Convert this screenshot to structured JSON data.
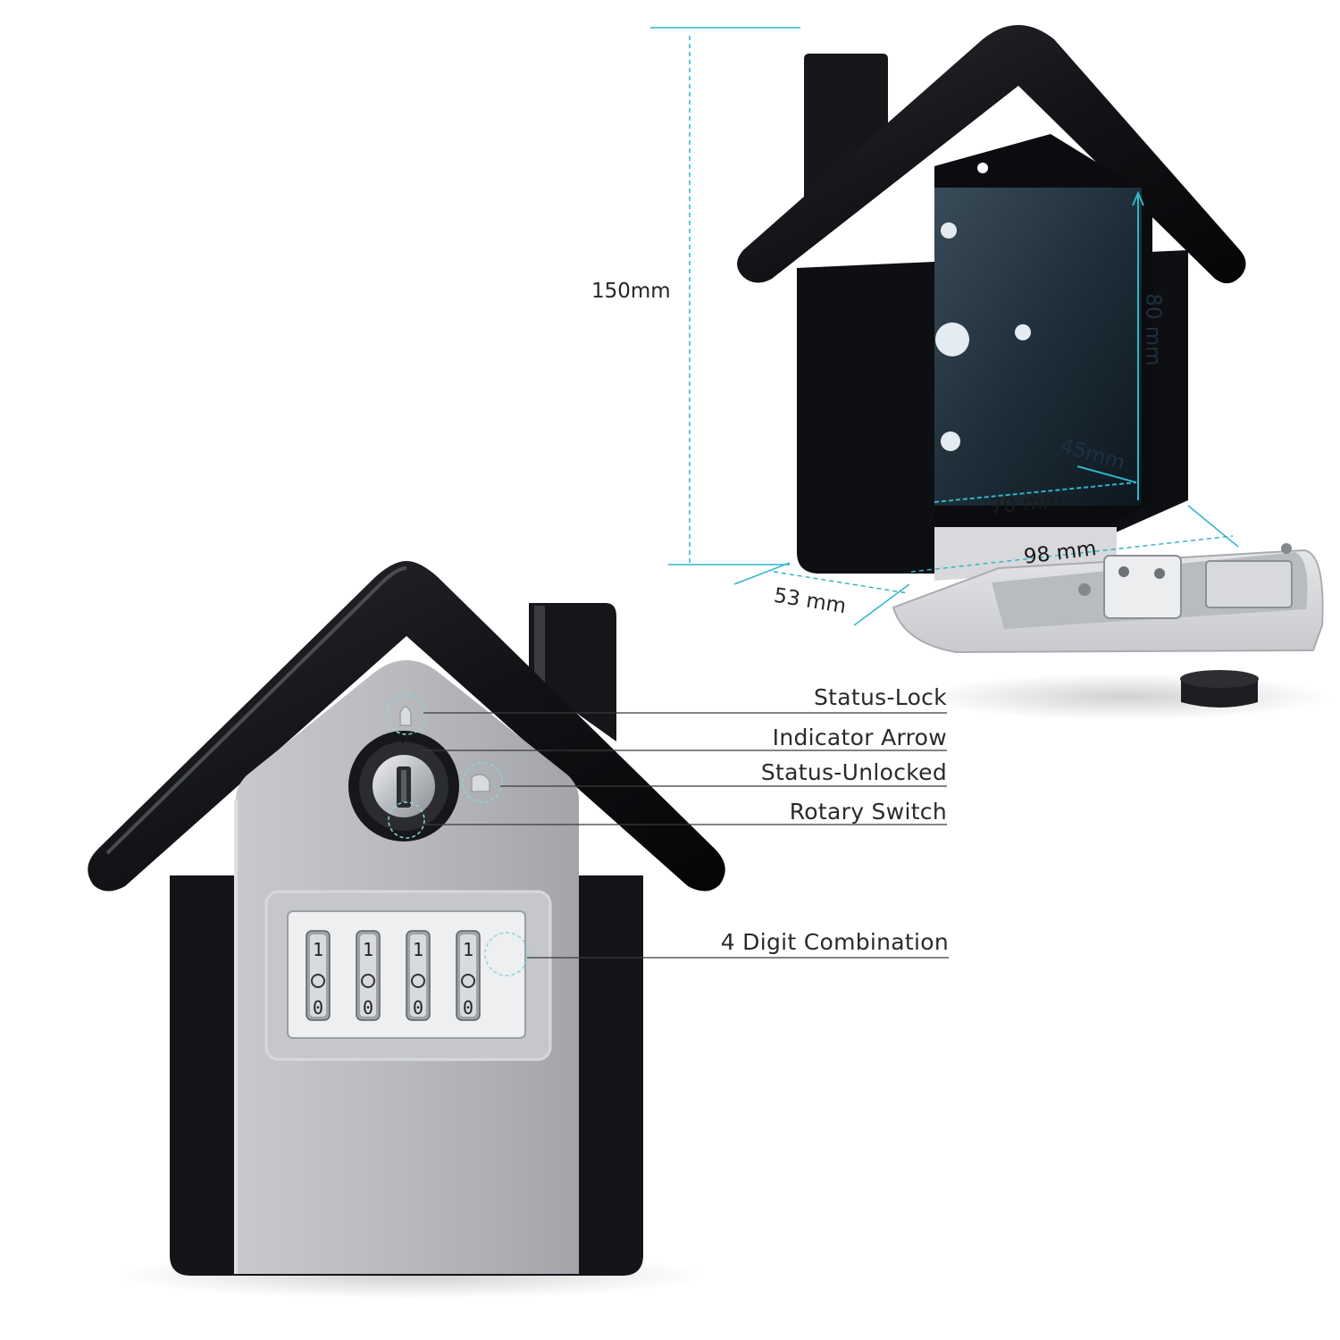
{
  "callouts": {
    "status_lock": "Status-Lock",
    "indicator_arrow": "Indicator Arrow",
    "status_unlocked": "Status-Unlocked",
    "rotary_switch": "Rotary Switch",
    "combination": "4 Digit Combination"
  },
  "dimensions": {
    "height": "150mm",
    "inner_height": "80 mm",
    "inner_depth": "45mm",
    "inner_width": "70 mm",
    "door_width": "98 mm",
    "depth": "53 mm"
  },
  "dials": {
    "digits": [
      "1",
      "1",
      "1",
      "1"
    ],
    "below": [
      "0",
      "0",
      "0",
      "0"
    ]
  },
  "colors": {
    "body_black": "#111214",
    "front_panel": "#b9bbbf",
    "dimension_line": "#2fb6c8",
    "callout_line": "#3a3a3a"
  }
}
